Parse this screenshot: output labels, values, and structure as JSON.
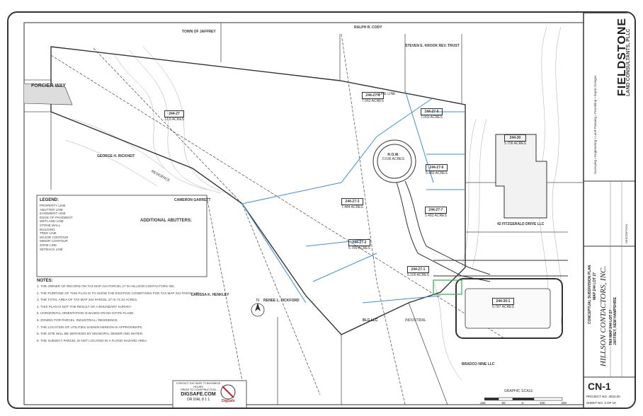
{
  "title_block": {
    "firm_name": "FIELDSTONE",
    "firm_sub": "LAND CONSULTANTS, PLLC",
    "firm_services": "Surveying • Engineering • Land Planning • Permitting • Septic Designs",
    "project_type": "CONCEPTUAL SUBDIVISION PLAN",
    "project_map": "MAP 244 LOT 27",
    "client": "HILLSON CONTACTORS, INC.",
    "location1": "TAX MAP 244 LOT 27",
    "location2": "JAFFREY, NEW HAMPSHIRE",
    "sheet_id": "CN-1",
    "project_no": "PROJECT NO. 3032.00",
    "sheet_of": "SHEET NO. 3 OF 10",
    "revision": "DESCRIPTION"
  },
  "lots": [
    {
      "id": "244-27-5",
      "acres": "7.003 ACRES"
    },
    {
      "id": "244-27-4",
      "acres": "7.062 ACRES"
    },
    {
      "id": "244-27",
      "acres": "12.8 ACRES"
    },
    {
      "id": "R.O.W.",
      "acres": "0.536 ACRES"
    },
    {
      "id": "244-27-6",
      "acres": "5.483 ACRES"
    },
    {
      "id": "244-27-3",
      "acres": "7.484 ACRES"
    },
    {
      "id": "244-27-7",
      "acres": "5.483 ACRES"
    },
    {
      "id": "244-27-2",
      "acres": "5.789 ACRES"
    },
    {
      "id": "244-27-1",
      "acres": "5.100 ACRES"
    },
    {
      "id": "244-30",
      "acres": "5.756 ACRES"
    },
    {
      "id": "244-30-1",
      "acres": "5.787 ACRES"
    }
  ],
  "abutters": {
    "town": "TOWN OF JAFFREY",
    "cody": "RALPH R. CODY",
    "krook": "STEVEN E. KROOK REV. TRUST",
    "rickheit": "GEORGE H. RICKHEIT",
    "garrett": "CAMERON GARRETT",
    "henkley": "LARISSA K. HENKLEY",
    "pickford": "RENEE L. PICKFORD",
    "fitzgerald": "42 FITZGERALD DRIVE LLC",
    "blg": "BLG LLC",
    "bradco": "BRADCO NINE LLC",
    "additional": "ADDITIONAL ABUTTERS:"
  },
  "road_labels": {
    "forcier": "FORCIER WAY",
    "residence": "RESIDENCE",
    "industrial": "INDUSTRIAL",
    "zone_line": "ZONE LINE"
  },
  "legend": {
    "title": "LEGEND:",
    "items": [
      "PROPERTY LINE",
      "ABUTTER LINE",
      "EASEMENT LINE",
      "EDGE OF PAVEMENT",
      "WETLAND LINE",
      "STONE WALL",
      "BUILDING",
      "TREE LINE",
      "MAJOR CONTOUR",
      "MINOR CONTOUR",
      "ZONE LINE",
      "SETBACK LINE"
    ]
  },
  "notes": {
    "title": "NOTES:",
    "items": [
      "1. THE OWNER OF RECORD ON TAX MAP 244 PARCEL 27 IS HILLSON CONTACTORS INC.",
      "2. THE PURPOSE OF THIS PLAN IS TO SHOW THE EXISTING CONDITIONS FOR TAX MAP 244 PARCEL 27.",
      "3. THE TOTAL AREA OF TAX MAP 244 PARCEL 27 IS 72.24 ACRES.",
      "4. THIS PLAN IS NOT THE RESULT OF A BOUNDARY SURVEY.",
      "5. HORIZONTAL ORIENTATION IS BASED ON NH STATE PLANE.",
      "6. ZONING FOR PARCEL: INDUSTRIAL / RESIDENCE.",
      "7. THE LOCATION OF UTILITIES SHOWN HEREON IS APPROXIMATE.",
      "8. THE SITE WILL BE SERVICED BY MUNICIPAL SEWER AND WATER.",
      "9. THE SUBJECT PARCEL IS NOT LOCATED IN A FLOOD HAZARD AREA."
    ]
  },
  "digsafe": {
    "line1": "CONTACT DIG SAFE 72 BUSINESS HOURS",
    "line2": "PRIOR TO CONSTRUCTION",
    "site": "DIGSAFE.COM",
    "dial": "OR DIAL 8 1 1",
    "logo": "DigSafe"
  },
  "scale": {
    "label": "GRAPHIC SCALE",
    "ticks": [
      "100",
      "50",
      "0",
      "100",
      "200"
    ]
  },
  "colors": {
    "easement": "#3b8fd9",
    "accent_green": "#2bb24c",
    "ink": "#333333"
  }
}
